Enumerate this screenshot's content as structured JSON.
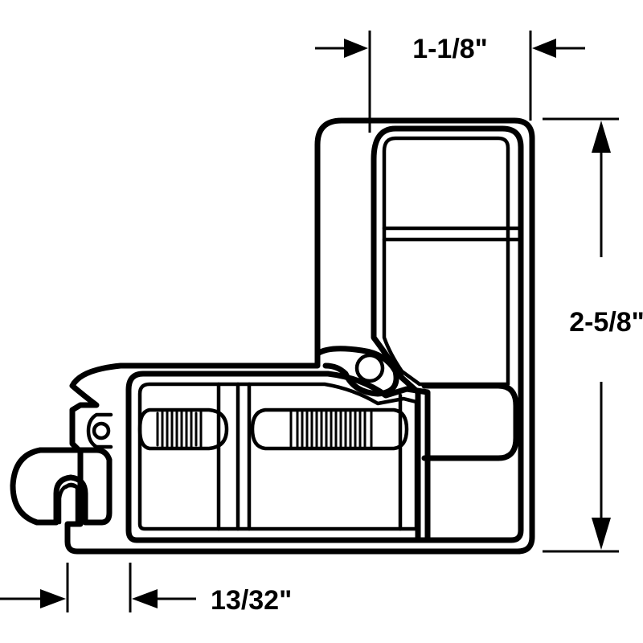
{
  "dimensions": {
    "top_width": "1-1/8\"",
    "height": "2-5/8\"",
    "bottom_width": "13/32\""
  },
  "colors": {
    "ink": "#000000",
    "background": "#ffffff"
  }
}
